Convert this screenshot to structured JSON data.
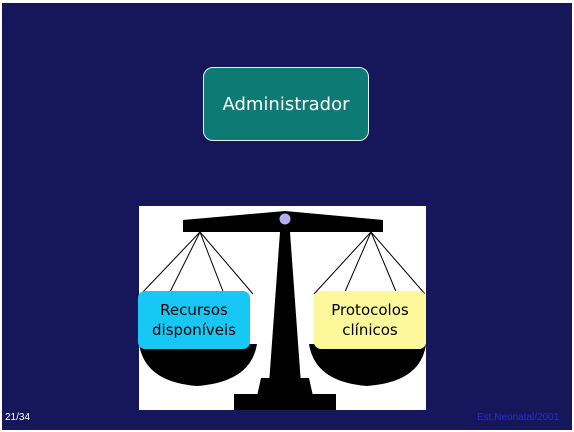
{
  "slide": {
    "background_color": "#16165a",
    "page_number": "21/34",
    "footer_link": "Est.Neonatal/2001"
  },
  "admin_box": {
    "label": "Administrador",
    "color": "#0d7b74"
  },
  "scale": {
    "left_pan_label_line1": "Recursos",
    "left_pan_label_line2": "disponíveis",
    "left_pan_color": "#18c8f4",
    "right_pan_label_line1": "Protocolos",
    "right_pan_label_line2": "clínicos",
    "right_pan_color": "#fdf99a",
    "pivot_color": "#b0b0f0",
    "icon": "balance-scale-icon"
  }
}
